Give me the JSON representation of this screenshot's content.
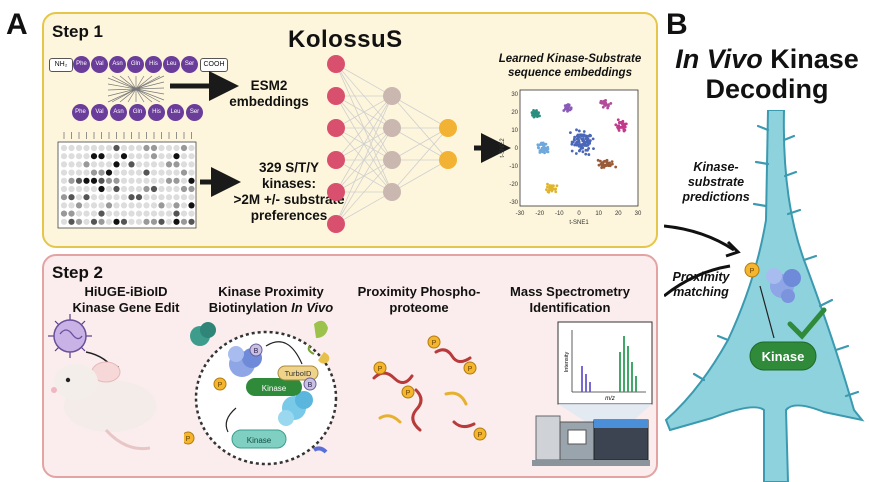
{
  "panel_a": {
    "letter": "A"
  },
  "panel_b": {
    "letter": "B",
    "title_italic": "In Vivo",
    "title_rest": "Kinase",
    "title_line2": "Decoding",
    "label_predictions": "Kinase-substrate predictions",
    "label_proximity": "Proximity matching",
    "kinase_label": "Kinase"
  },
  "step1": {
    "title": "Step 1",
    "model_name": "KolossuS",
    "peptide_top": [
      "NH₂",
      "Phe",
      "Val",
      "Asn",
      "Gln",
      "His",
      "Leu",
      "Ser",
      "COOH"
    ],
    "peptide_bottom": [
      "Phe",
      "Val",
      "Asn",
      "Gln",
      "His",
      "Leu",
      "Ser"
    ],
    "esm2_line1": "ESM2",
    "esm2_line2": "embeddings",
    "kinases_line1": "329 S/T/Y",
    "kinases_line2": "kinases:",
    "kinases_line3": ">2M +/- substrate",
    "kinases_line4": "preferences",
    "embedding_title_line1": "Learned Kinase-Substrate",
    "embedding_title_line2": "sequence embeddings",
    "tsne": {
      "xlabel": "t-SNE1",
      "ylabel": "t-SNE2",
      "xticks": [
        "-30",
        "-20",
        "-10",
        "0",
        "10",
        "20",
        "30"
      ],
      "yticks": [
        "30",
        "20",
        "10",
        "0",
        "-10",
        "-20",
        "-30"
      ]
    }
  },
  "step2": {
    "title": "Step 2",
    "stage1_line1": "HiUGE-iBioID",
    "stage1_line2": "Kinase Gene Edit",
    "stage2_line1": "Kinase Proximity",
    "stage2_line2a": "Biotinylation ",
    "stage2_line2b": "In Vivo",
    "stage3_line1": "Proximity Phospho-",
    "stage3_line2": "proteome",
    "stage4_line1": "Mass Spectrometry",
    "stage4_line2": "Identification",
    "kinase_label": "Kinase",
    "kinase_label2": "Kinase",
    "turboid_label": "TurboID",
    "phospho_label": "P",
    "biotin_label": "B",
    "ms_xlabel": "m/z",
    "ms_ylabel": "Intensity"
  },
  "colors": {
    "step1_bg": "#fdf6dc",
    "step1_border": "#e6c64a",
    "step2_bg": "#fbeded",
    "step2_border": "#e4a3a3",
    "neuron": "#8ed2de",
    "neuron_border": "#3b9ab0",
    "kinase_green": "#2f8a3a",
    "input_node": "#d8506e",
    "hidden_node": "#c9b7b0",
    "output_node": "#f2b233",
    "peptide_purple": "#6a3d9a"
  }
}
